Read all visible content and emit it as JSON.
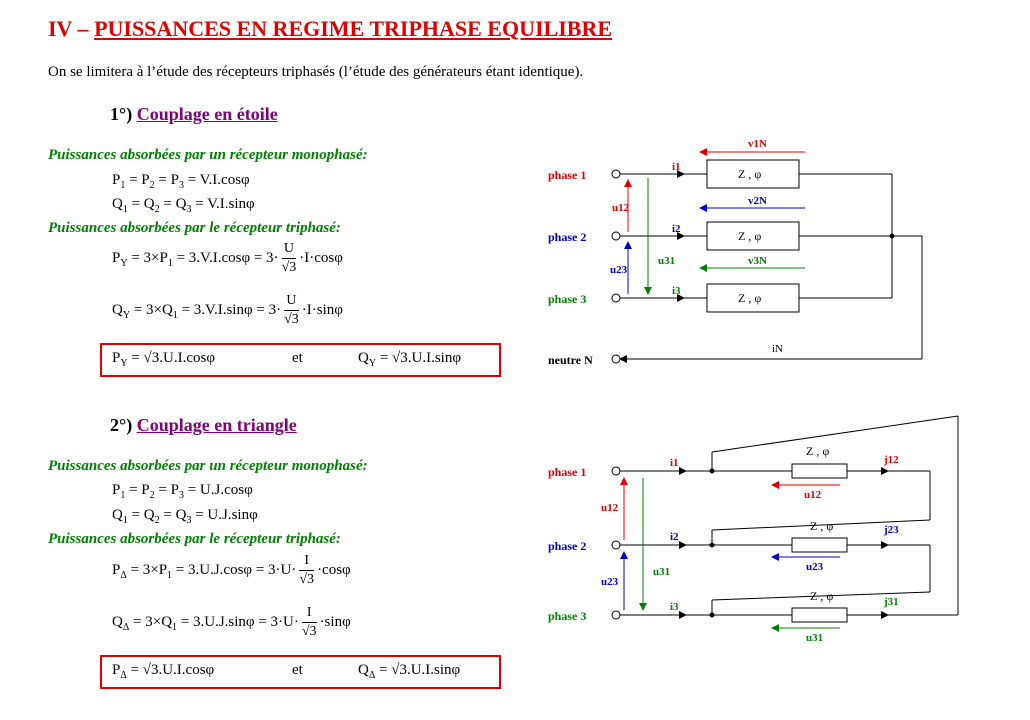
{
  "title": {
    "prefix": "IV – ",
    "main": "PUISSANCES EN REGIME TRIPHASE EQUILIBRE"
  },
  "intro": "On se limitera à l’étude des récepteurs triphasés (l’étude des générateurs étant identique).",
  "star": {
    "num": "1°)",
    "heading": "Couplage en étoile",
    "mono_label": "Puissances absorbées par un récepteur monophasé:",
    "tri_label": "Puissances absorbées par le récepteur triphasé:",
    "p_eq": "P1 = P2 = P3 = V.I.cosφ",
    "q_eq": "Q1 = Q2 = Q3 = V.I.sinφ",
    "p_tri": "PY = 3×P1 = 3.V.I.cosφ = 3·(U/√3)·I·cosφ",
    "q_tri": "QY = 3×Q1 = 3.V.I.sinφ = 3·(U/√3)·I·sinφ",
    "result_p": "PY = √3.U.I.cosφ",
    "result_and": "et",
    "result_q": "QY = √3.U.I.sinφ"
  },
  "delta": {
    "num": "2°)",
    "heading": "Couplage en triangle",
    "mono_label": "Puissances absorbées par un récepteur monophasé:",
    "tri_label": "Puissances absorbées par le récepteur triphasé:",
    "p_eq": "P1 = P2 = P3 = U.J.cosφ",
    "q_eq": "Q1 = Q2 = Q3 = U.J.sinφ",
    "p_tri": "PΔ = 3×P1 = 3.U.J.cosφ = 3·U·(I/√3)·cosφ",
    "q_tri": "QΔ = 3×Q1 = 3.U.J.sinφ = 3·U·(I/√3)·sinφ",
    "result_p": "PΔ = √3.U.I.cosφ",
    "result_and": "et",
    "result_q": "QΔ = √3.U.I.sinφ"
  },
  "star_diagram": {
    "phase1": "phase 1",
    "phase2": "phase 2",
    "phase3": "phase 3",
    "neutre": "neutre N",
    "i1": "i1",
    "i2": "i2",
    "i3": "i3",
    "iN": "iN",
    "v1N": "v1N",
    "v2N": "v2N",
    "v3N": "v3N",
    "u12": "u12",
    "u23": "u23",
    "u31": "u31",
    "z": "Z , φ"
  },
  "delta_diagram": {
    "phase1": "phase 1",
    "phase2": "phase 2",
    "phase3": "phase 3",
    "i1": "i1",
    "i2": "i2",
    "i3": "i3",
    "j12": "j12",
    "j23": "j23",
    "j31": "j31",
    "u12": "u12",
    "u23": "u23",
    "u31": "u31",
    "z": "Z , φ"
  },
  "colors": {
    "red": "#e00000",
    "green": "#008000",
    "blue": "#0000cc",
    "purple": "#800080"
  }
}
